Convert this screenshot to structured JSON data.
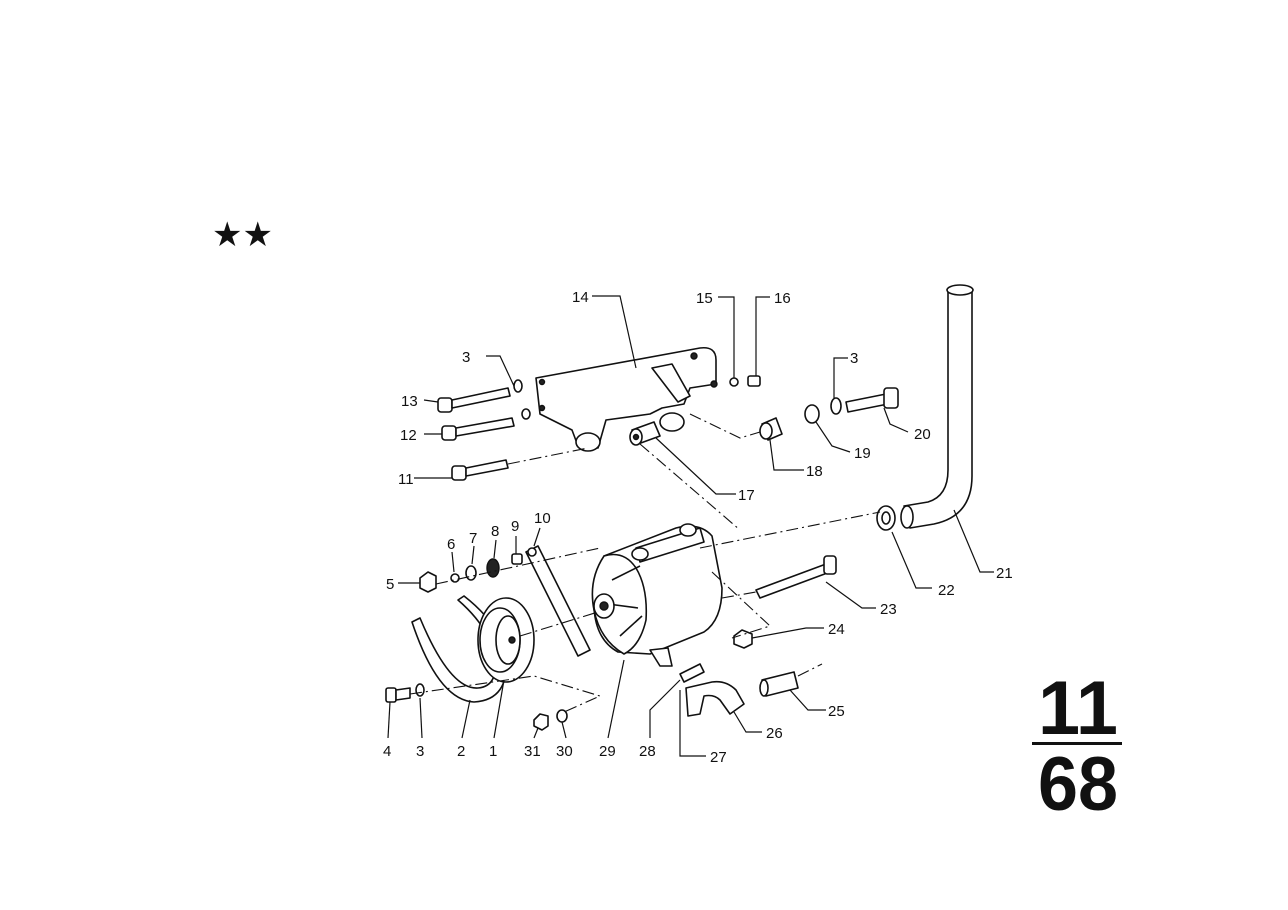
{
  "mark": "★★",
  "group_fraction": {
    "numerator": "11",
    "denominator": "68"
  },
  "callouts": {
    "p1": "1",
    "p2": "2",
    "p3a": "3",
    "p3b": "3",
    "p3c": "3",
    "p4": "4",
    "p5": "5",
    "p6": "6",
    "p7": "7",
    "p8": "8",
    "p9": "9",
    "p10": "10",
    "p11": "11",
    "p12": "12",
    "p13": "13",
    "p14": "14",
    "p15": "15",
    "p16": "16",
    "p17": "17",
    "p18": "18",
    "p19": "19",
    "p20": "20",
    "p21": "21",
    "p22": "22",
    "p23": "23",
    "p24": "24",
    "p25": "25",
    "p26": "26",
    "p27": "27",
    "p28": "28",
    "p29": "29",
    "p30": "30",
    "p31": "31"
  }
}
